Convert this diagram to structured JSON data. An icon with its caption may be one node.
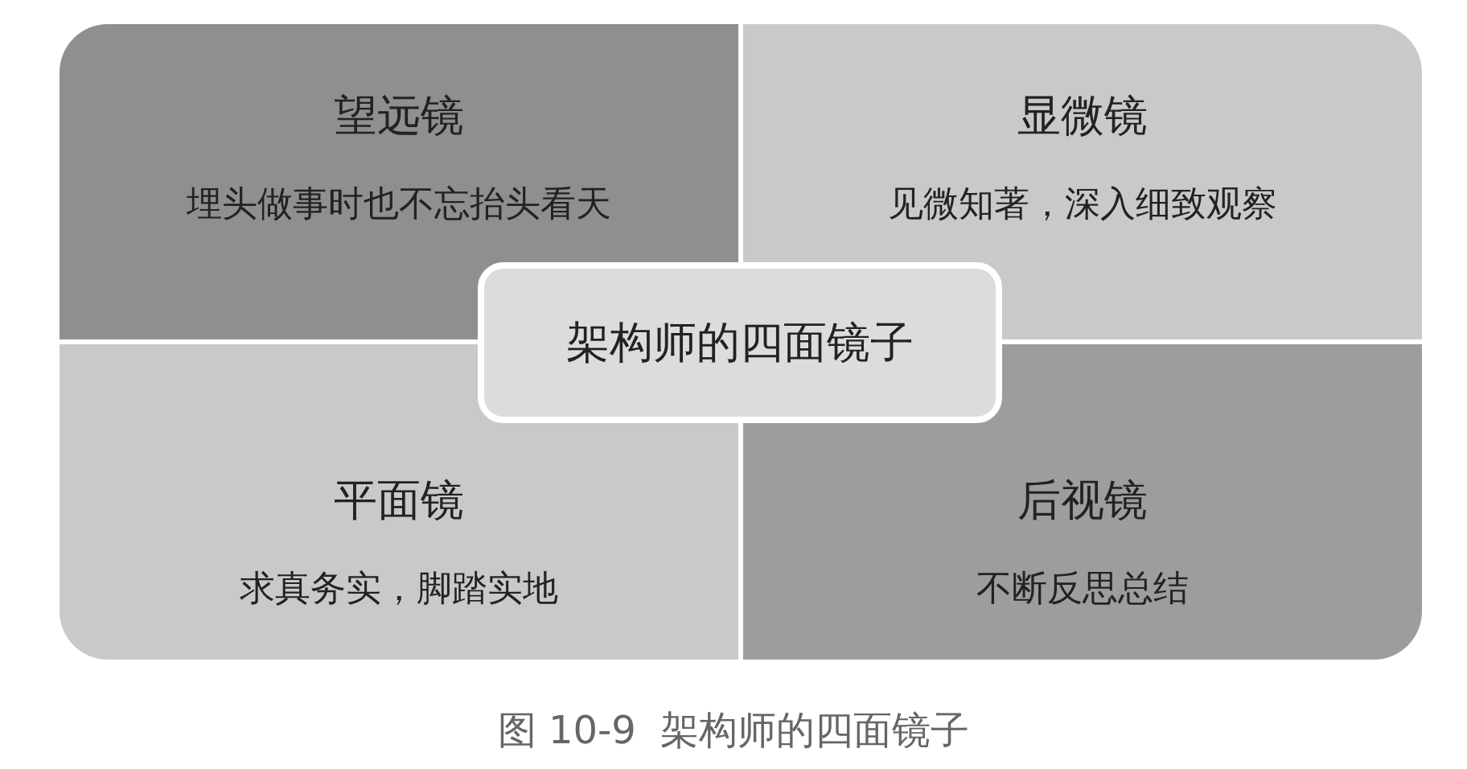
{
  "diagram": {
    "caption": "图 10-9  架构师的四面镜子",
    "nodes": [
      {
        "text": [
          "望远镜",
          "埋头做事时也不忘抬头看天"
        ]
      },
      {
        "text": [
          "显微镜",
          "见微知著，深入细致观察"
        ]
      },
      {
        "text": [
          "架构师的四面镜子"
        ]
      },
      {
        "text": [
          "平面镜",
          "求真务实，脚踏实地"
        ]
      },
      {
        "text": [
          "后视镜",
          "不断反思总结"
        ]
      }
    ]
  }
}
